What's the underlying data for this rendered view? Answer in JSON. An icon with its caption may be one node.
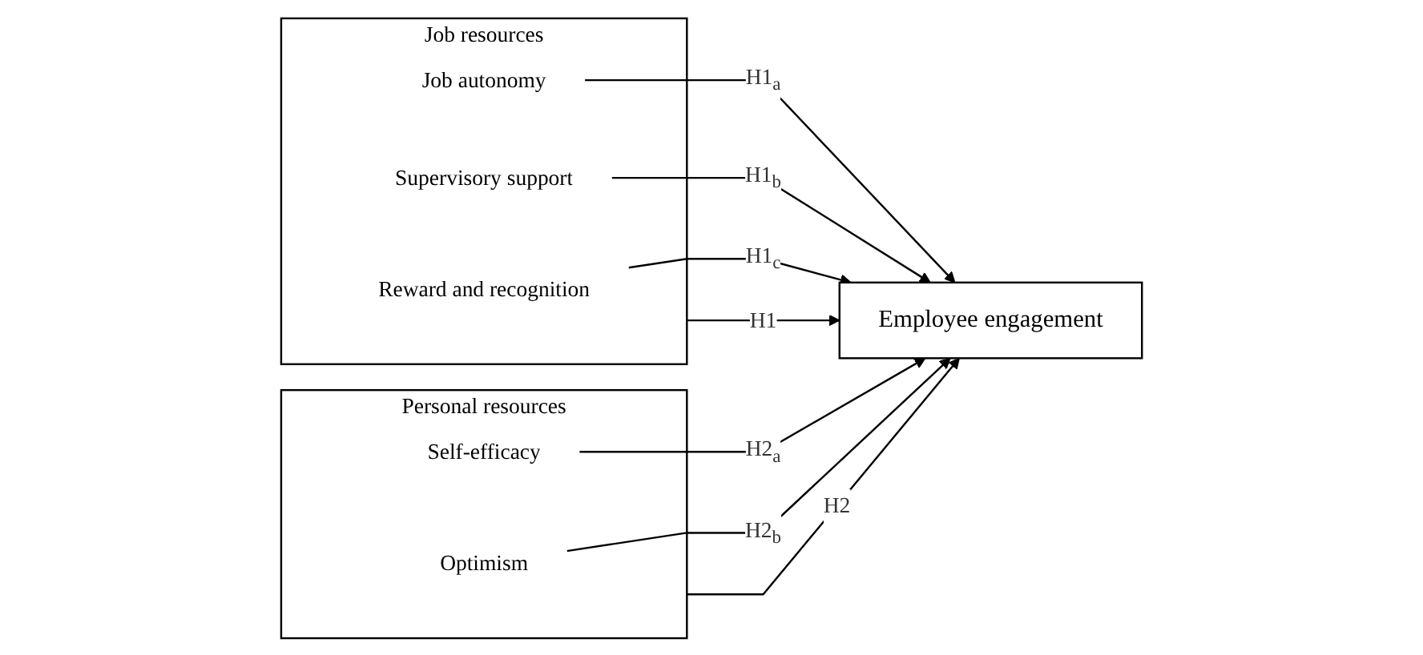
{
  "diagram": {
    "nodes": [
      {
        "text": [
          "Job resources"
        ]
      },
      {
        "text": [
          "Job autonomy"
        ],
        "in": 0
      },
      {
        "text": [
          "Supervisory support"
        ],
        "in": 0
      },
      {
        "text": [
          "Reward and recognition"
        ],
        "in": 0
      },
      {
        "text": [
          "Personal resources"
        ]
      },
      {
        "text": [
          "Self-efficacy"
        ],
        "in": 4
      },
      {
        "text": [
          "Optimism"
        ],
        "in": 4
      },
      {
        "text": [
          "Employee engagement"
        ]
      }
    ],
    "edges": [
      {
        "from": 0,
        "to": 7,
        "arrow": "to",
        "label": "H1"
      },
      {
        "from": 1,
        "to": 7,
        "arrow": "to",
        "label": "H1$_{a}$"
      },
      {
        "from": 2,
        "to": 7,
        "arrow": "to",
        "label": "H1$_{b}$"
      },
      {
        "from": 3,
        "to": 7,
        "arrow": "to",
        "label": "H1$_{c}$"
      },
      {
        "from": 4,
        "to": 7,
        "arrow": "to",
        "label": "H2"
      },
      {
        "from": 5,
        "to": 7,
        "arrow": "to",
        "label": "H2$_{a}$"
      },
      {
        "from": 6,
        "to": 7,
        "arrow": "to",
        "label": "H2$_{b}$"
      }
    ]
  }
}
